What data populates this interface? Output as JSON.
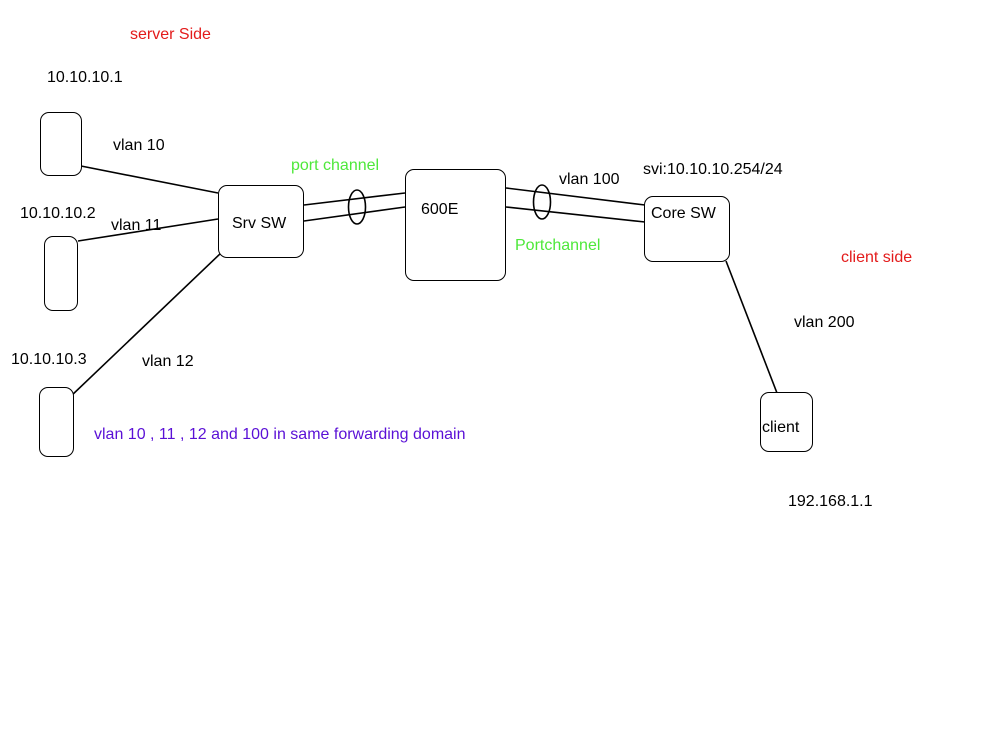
{
  "labels": {
    "server_side": "server Side",
    "client_side": "client side",
    "ip_server1": "10.10.10.1",
    "ip_server2": "10.10.10.2",
    "ip_server3": "10.10.10.3",
    "ip_client": "192.168.1.1",
    "vlan10": "vlan 10",
    "vlan11": "vlan 11",
    "vlan12": "vlan 12",
    "vlan100": "vlan 100",
    "vlan200": "vlan 200",
    "port_channel_left": "port channel",
    "port_channel_right": "Portchannel",
    "svi": "svi:10.10.10.254/24",
    "forwarding_note": "vlan 10 , 11 , 12 and 100 in same forwarding domain"
  },
  "nodes": {
    "srv_sw": "Srv SW",
    "fw_600e": "600E",
    "core_sw": "Core SW",
    "client": "client"
  },
  "colors": {
    "side_label": "#e31b1b",
    "port_channel": "#4ee83a",
    "note": "#5a10d6",
    "line": "#000000"
  }
}
